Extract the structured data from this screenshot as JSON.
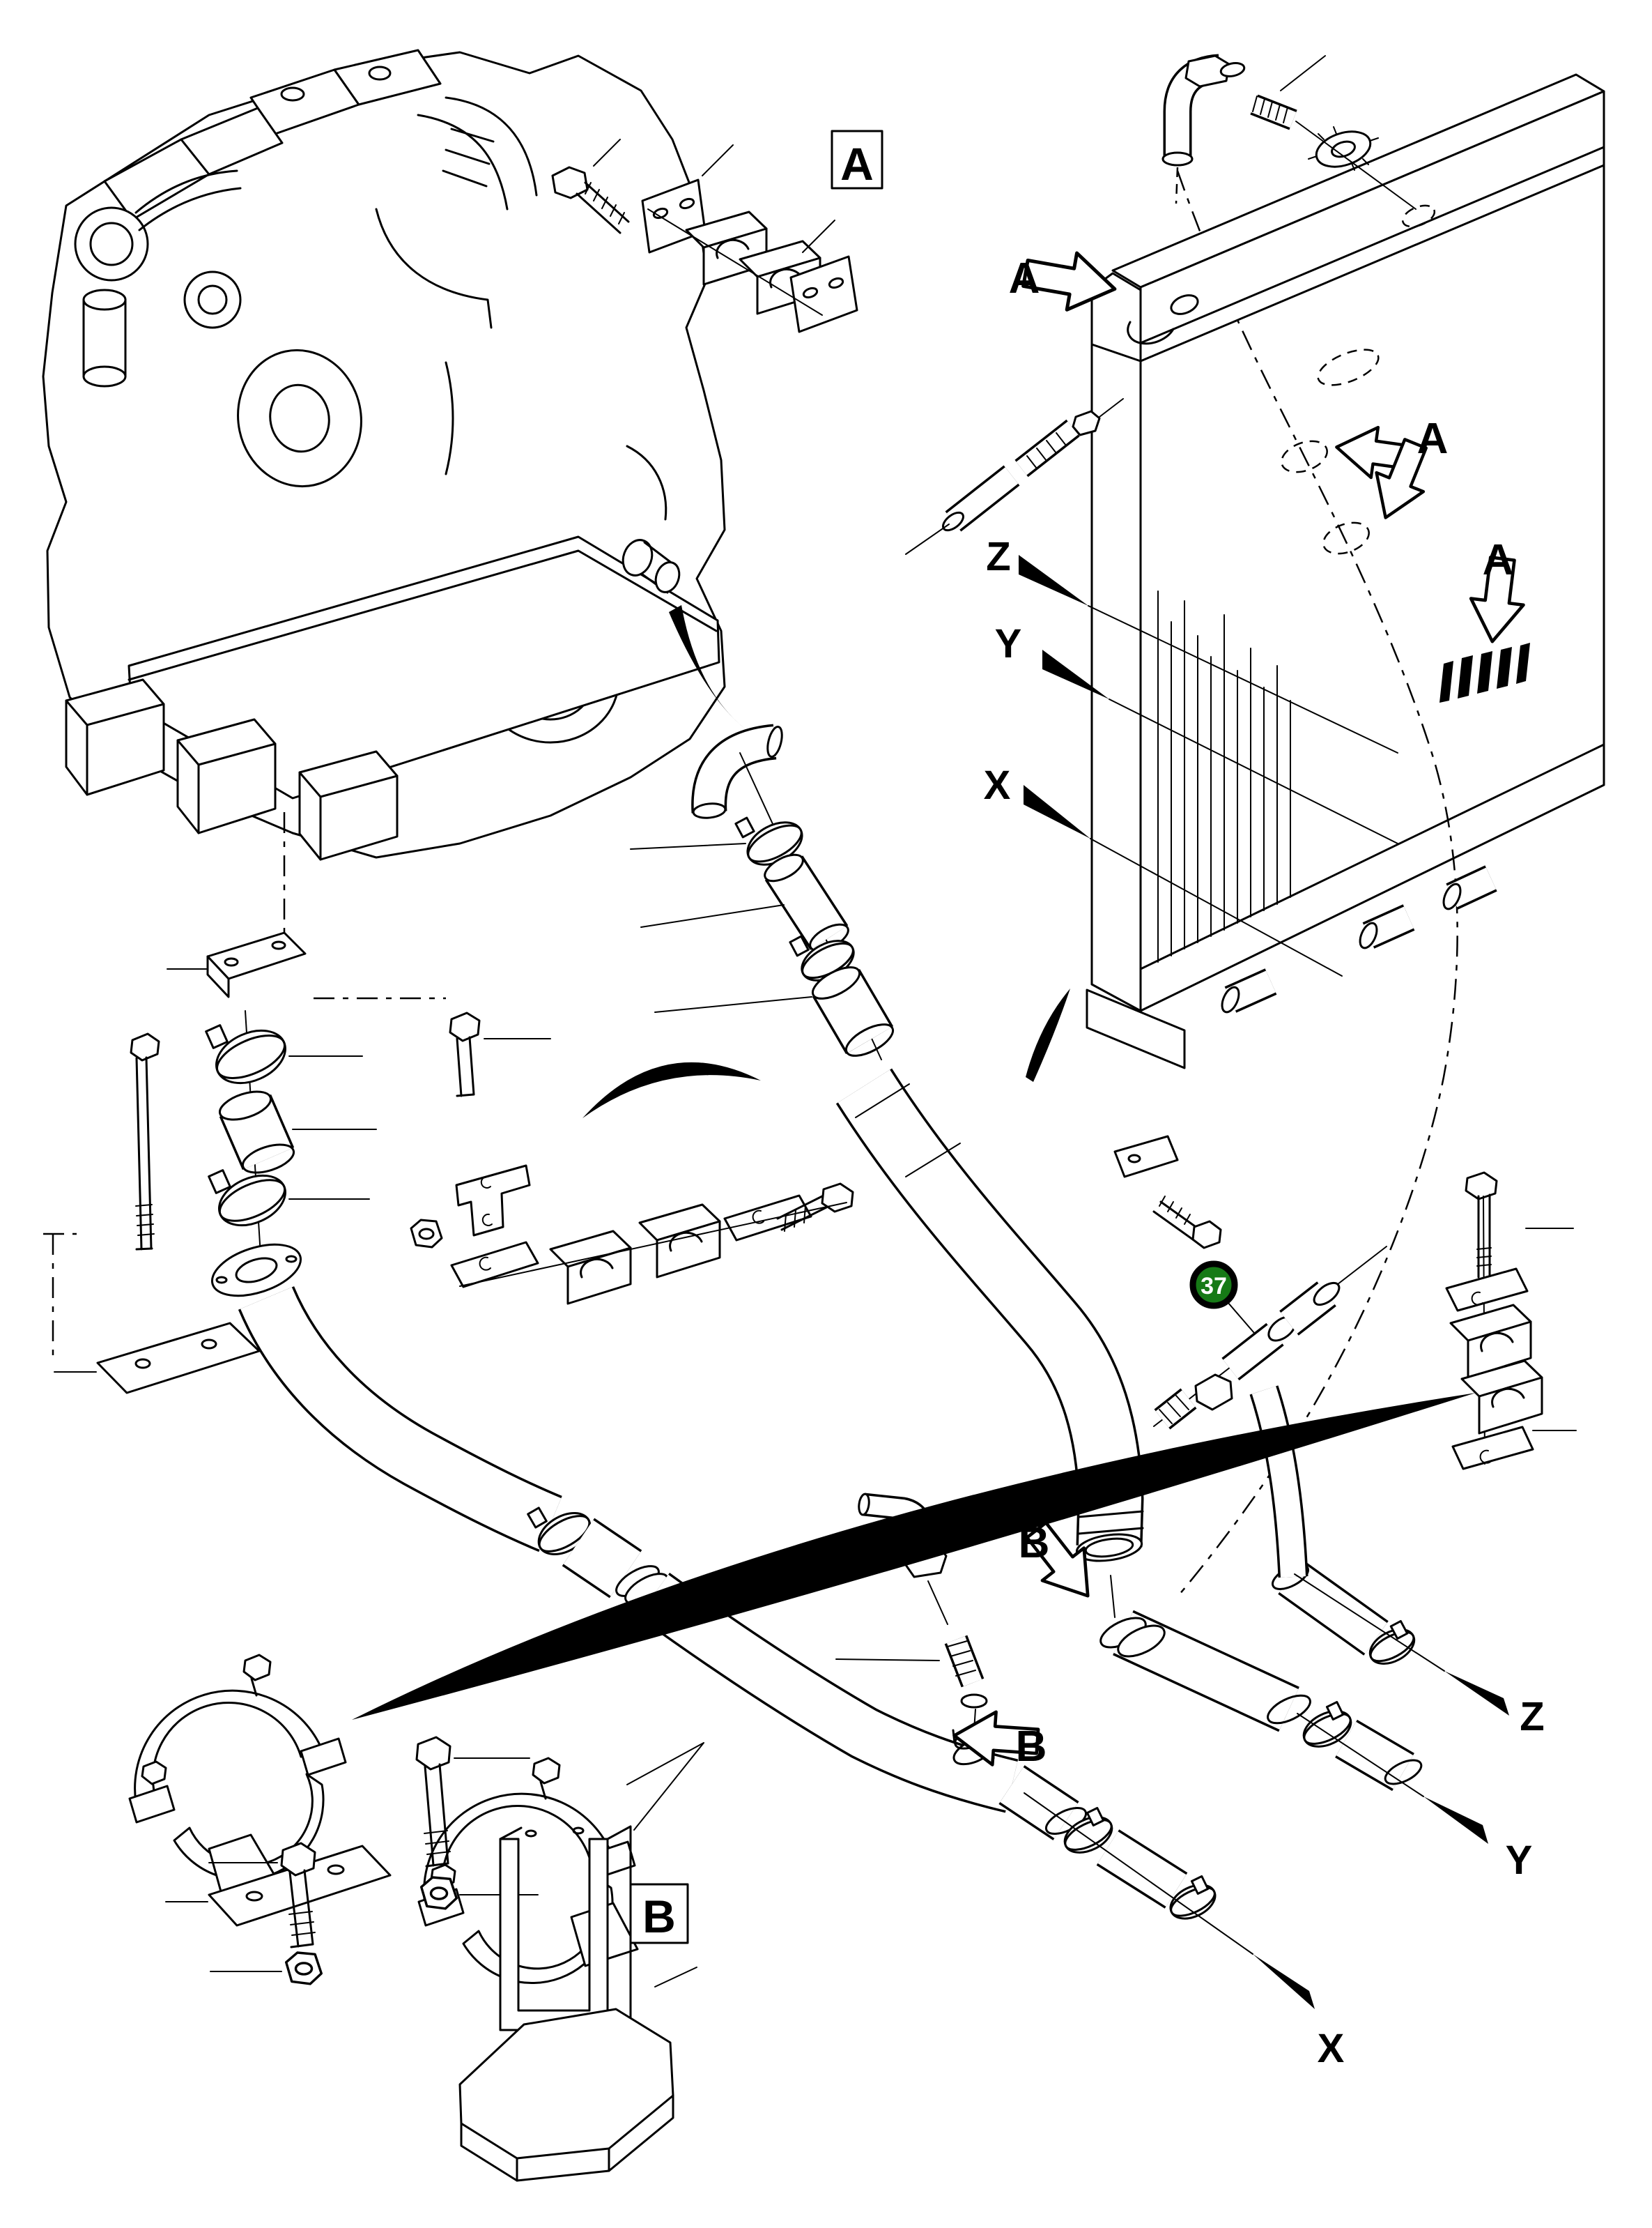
{
  "diagram_type": "exploded-parts-diagram",
  "detail_boxes": {
    "a": "A",
    "b": "B"
  },
  "view_arrows": {
    "a": "A",
    "b": "B"
  },
  "axes": {
    "x": "X",
    "y": "Y",
    "z": "Z"
  },
  "badge": {
    "number": "37",
    "fill": "#167a16",
    "text_color": "#ffffff",
    "ring_color": "#000000"
  },
  "colors": {
    "ink": "#000000",
    "paper": "#ffffff"
  }
}
